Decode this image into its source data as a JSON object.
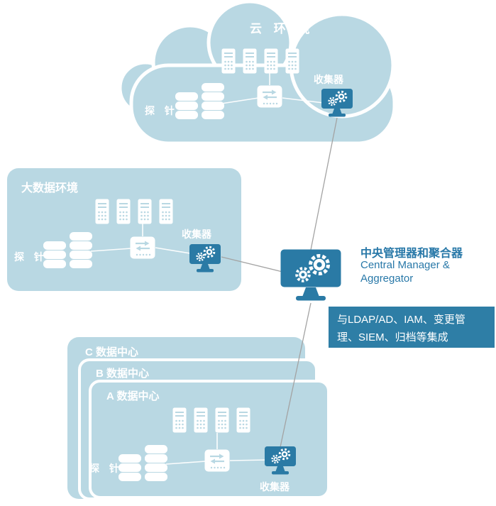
{
  "cloud": {
    "title": "云 环 境",
    "probe_label": "探 针",
    "collector_label": "收集器"
  },
  "bigdata": {
    "title": "大数据环境",
    "probe_label": "探 针",
    "collector_label": "收集器"
  },
  "datacenters": {
    "back_label": "C 数据中心",
    "middle_label": "B 数据中心",
    "front_label": "A 数据中心",
    "probe_label": "探 针",
    "collector_label": "收集器"
  },
  "central_manager": {
    "title_zh": "中央管理器和聚合器",
    "title_en_line1": "Central Manager &",
    "title_en_line2": "Aggregator"
  },
  "integration_note": {
    "line1": "与LDAP/AD、IAM、变更管",
    "line2": "理、SIEM、归档等集成"
  },
  "colors": {
    "container_blue": "#b9d8e3",
    "icon_blue": "#2a7aa5",
    "note_background": "#2e7ea6",
    "text_blue": "#2878a8",
    "connector_gray": "#a3a3a3"
  }
}
